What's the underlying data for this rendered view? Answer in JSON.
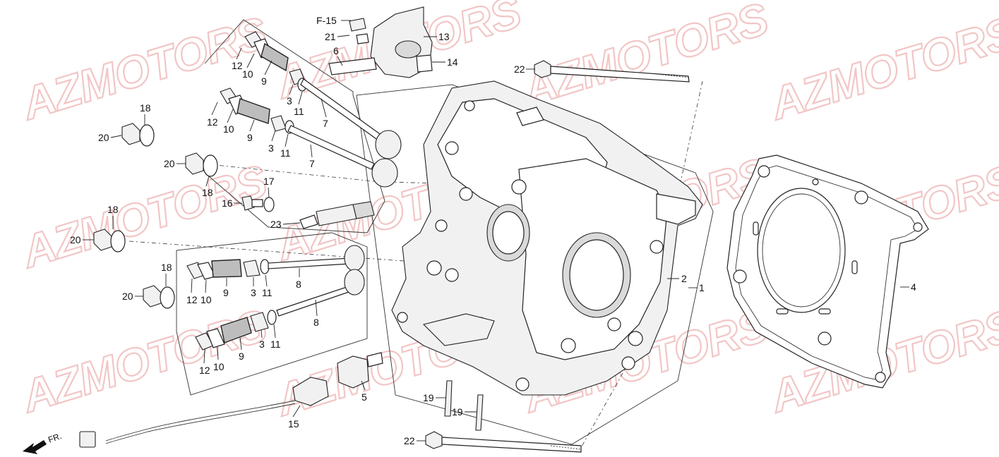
{
  "watermark": "AZMOTORS",
  "front_marker": "FR.",
  "colors": {
    "watermark": "#f2c6c6",
    "line": "#222222",
    "background": "#ffffff"
  },
  "callouts": {
    "c1": "1",
    "c2": "2",
    "c3a": "3",
    "c3b": "3",
    "c3c": "3",
    "c3d": "3",
    "c4": "4",
    "c5": "5",
    "c6": "6",
    "c7a": "7",
    "c7b": "7",
    "c8a": "8",
    "c8b": "8",
    "c9a": "9",
    "c9b": "9",
    "c9c": "9",
    "c9d": "9",
    "c10a": "10",
    "c10b": "10",
    "c10c": "10",
    "c10d": "10",
    "c11a": "11",
    "c11b": "11",
    "c11c": "11",
    "c11d": "11",
    "c12a": "12",
    "c12b": "12",
    "c12c": "12",
    "c12d": "12",
    "c13": "13",
    "c14": "14",
    "c15": "15",
    "c16": "16",
    "c17": "17",
    "c18a": "18",
    "c18b": "18",
    "c18c": "18",
    "c18d": "18",
    "c19a": "19",
    "c19b": "19",
    "c20a": "20",
    "c20b": "20",
    "c20c": "20",
    "c20d": "20",
    "c21": "21",
    "c22a": "22",
    "c22b": "22",
    "c23": "23",
    "f15": "F-15"
  }
}
